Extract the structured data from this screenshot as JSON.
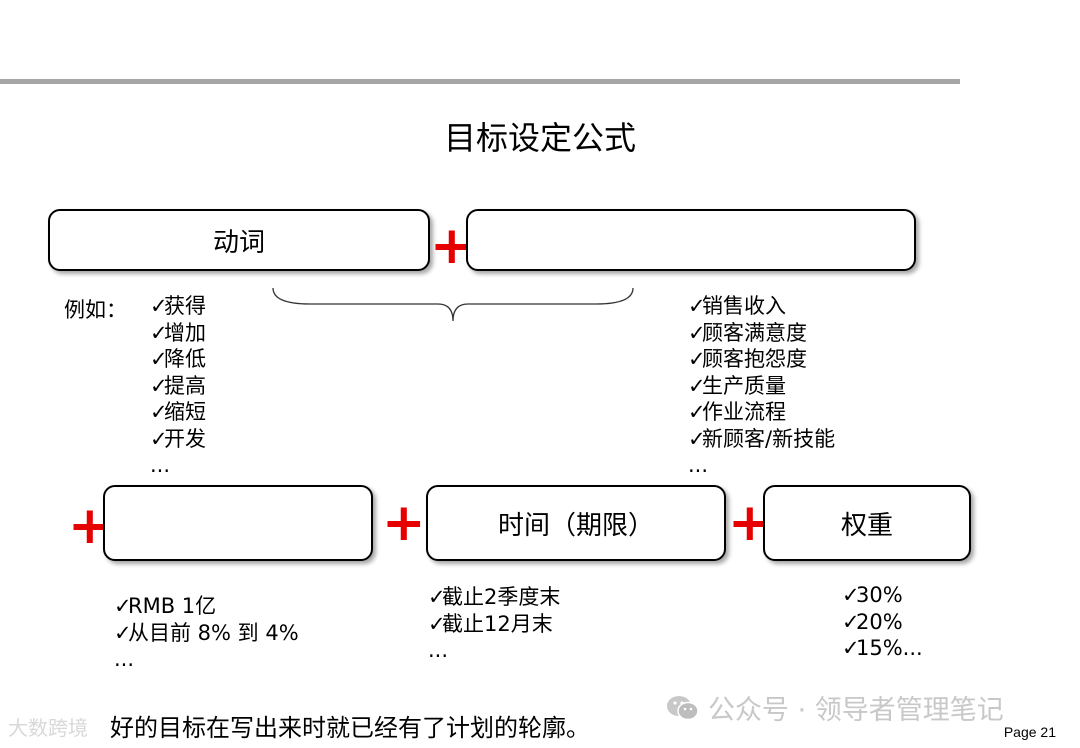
{
  "title": "目标设定公式",
  "boxes": {
    "verb": "动词",
    "object": "",
    "amount": "",
    "time": "时间（期限）",
    "weight": "权重"
  },
  "plus_symbol": "+",
  "example_label": "例如：",
  "verb_examples": [
    "获得",
    "增加",
    "降低",
    "提高",
    "缩短",
    "开发",
    "..."
  ],
  "object_examples": [
    "销售收入",
    "顾客满意度",
    "顾客抱怨度",
    "生产质量",
    "作业流程",
    "新顾客/新技能",
    "..."
  ],
  "amount_examples": [
    "RMB 1亿",
    "从目前 8% 到 4%",
    "..."
  ],
  "time_examples": [
    "截止2季度末",
    "截止12月末",
    "..."
  ],
  "weight_examples": [
    "30%",
    "20%",
    "15%..."
  ],
  "check_mark": "✓",
  "bottom_text": "好的目标在写出来时就已经有了计划的轮廓。",
  "watermark_left": "大数跨境",
  "watermark_right": "公众号 · 领导者管理笔记",
  "page_number": "Page 21",
  "colors": {
    "plus": "#e60000",
    "divider": "#a6a6a6"
  }
}
